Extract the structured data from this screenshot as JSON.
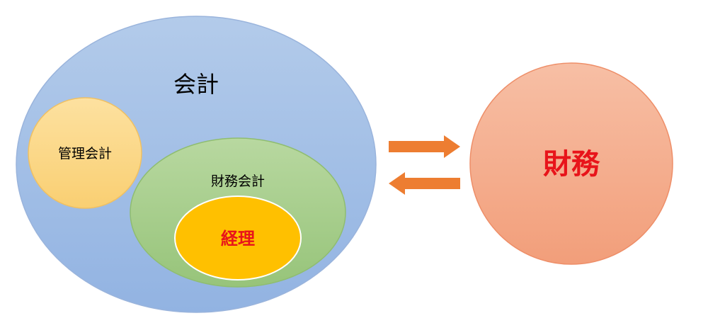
{
  "diagram": {
    "accounting": {
      "label": "会計",
      "fill": "#a9c4e8",
      "stroke": "#9ab4dc",
      "text_color": "#000000"
    },
    "management_accounting": {
      "label": "管理会計",
      "fill": "#fbd98a",
      "stroke": "#f0c062",
      "text_color": "#000000"
    },
    "financial_accounting": {
      "label": "財務会計",
      "fill": "#a8cf8c",
      "stroke": "#8fbd70",
      "text_color": "#000000"
    },
    "bookkeeping": {
      "label": "経理",
      "fill": "#ffc000",
      "stroke": "#ffffff",
      "text_color": "#e8141a"
    },
    "finance": {
      "label": "財務",
      "fill": "#f4a582",
      "stroke": "#ee8e68",
      "text_color": "#e8141a"
    },
    "arrows": {
      "color": "#ed7d31",
      "right_arrow": "arrow-right-icon",
      "left_arrow": "arrow-left-icon"
    }
  }
}
